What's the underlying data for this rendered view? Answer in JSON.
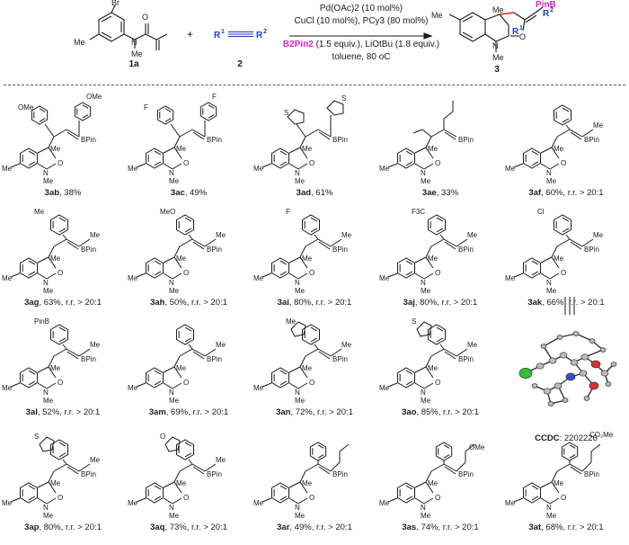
{
  "scheme": {
    "reactant1_label": "1a",
    "reactant2_label": "2",
    "product_label": "3",
    "plus": "+",
    "r1": "R",
    "r1_sup": "1",
    "r2": "R",
    "r2_sup": "2",
    "atom_br": "Br",
    "atom_o": "O",
    "atom_n": "N",
    "atom_me": "Me",
    "atom_pinb": "PinB",
    "condition_line1": "Pd(OAc)2 (10 mol%)",
    "condition_line2": "CuCl (10 mol%), PCy3 (80 mol%)",
    "condition_line3_reagent": "B2Pin2",
    "condition_line3_rest": "(1.5 equiv.), LiOtBu (1.8 equiv.)",
    "condition_line4": "toluene, 80 oC"
  },
  "products": [
    {
      "id": "3ab",
      "caption": "38%",
      "substituent": "OMe",
      "type": "diaryl"
    },
    {
      "id": "3ac",
      "caption": "49%",
      "substituent": "F",
      "type": "diaryl"
    },
    {
      "id": "3ad",
      "caption": "61%",
      "substituent": "thienyl",
      "type": "dithienyl"
    },
    {
      "id": "3ae",
      "caption": "33%",
      "substituent": "propyl",
      "type": "dialkyl"
    },
    {
      "id": "3af",
      "caption": "60%, r.r. > 20:1",
      "substituent": "",
      "type": "aryl"
    },
    {
      "id": "3ag",
      "caption": "63%, r.r. > 20:1",
      "substituent": "Me",
      "type": "aryl"
    },
    {
      "id": "3ah",
      "caption": "50%, r.r. > 20:1",
      "substituent": "MeO",
      "type": "aryl"
    },
    {
      "id": "3ai",
      "caption": "80%, r.r. > 20:1",
      "substituent": "F",
      "type": "aryl"
    },
    {
      "id": "3aj",
      "caption": "80%, r.r. > 20:1",
      "substituent": "F3C",
      "type": "aryl"
    },
    {
      "id": "3ak",
      "caption": "66%, r.r. > 20:1",
      "substituent": "Cl",
      "type": "aryl"
    },
    {
      "id": "3al",
      "caption": "52%, r.r. > 20:1",
      "substituent": "PinB",
      "type": "aryl"
    },
    {
      "id": "3am",
      "caption": "69%, r.r. > 20:1",
      "substituent": "",
      "type": "meta"
    },
    {
      "id": "3an",
      "caption": "72%, r.r. > 20:1",
      "substituent": "Me",
      "type": "indole"
    },
    {
      "id": "3ao",
      "caption": "85%, r.r. > 20:1",
      "substituent": "S",
      "type": "benzothiophene"
    },
    {
      "id": "3ap",
      "caption": "80%, r.r. > 20:1",
      "substituent": "S",
      "type": "dibenzothiophene"
    },
    {
      "id": "3aq",
      "caption": "73%, r.r. > 20:1",
      "substituent": "O",
      "type": "dibenzofuran"
    },
    {
      "id": "3ar",
      "caption": "49%, r.r. > 20:1",
      "substituent": "butyl",
      "type": "phenyl-alkyl"
    },
    {
      "id": "3as",
      "caption": "74%, r.r. > 20:1",
      "substituent": "OMe",
      "type": "phenyl-alkyl"
    },
    {
      "id": "3at",
      "caption": "68%, r.r. > 20:1",
      "substituent": "CO2Me",
      "type": "phenyl-alkyl"
    }
  ],
  "common_labels": {
    "bpin": "BPin",
    "me": "Me",
    "n": "N",
    "o": "O"
  },
  "crystal": {
    "label": "CCDC",
    "number": "2202226"
  },
  "colors": {
    "pinb_highlight": "#e020c8",
    "alkyne_blue": "#1a3bd0",
    "new_bond_red": "#d02020",
    "crystal_red": "#e03030",
    "crystal_green": "#30c030",
    "crystal_blue": "#3050d0"
  }
}
